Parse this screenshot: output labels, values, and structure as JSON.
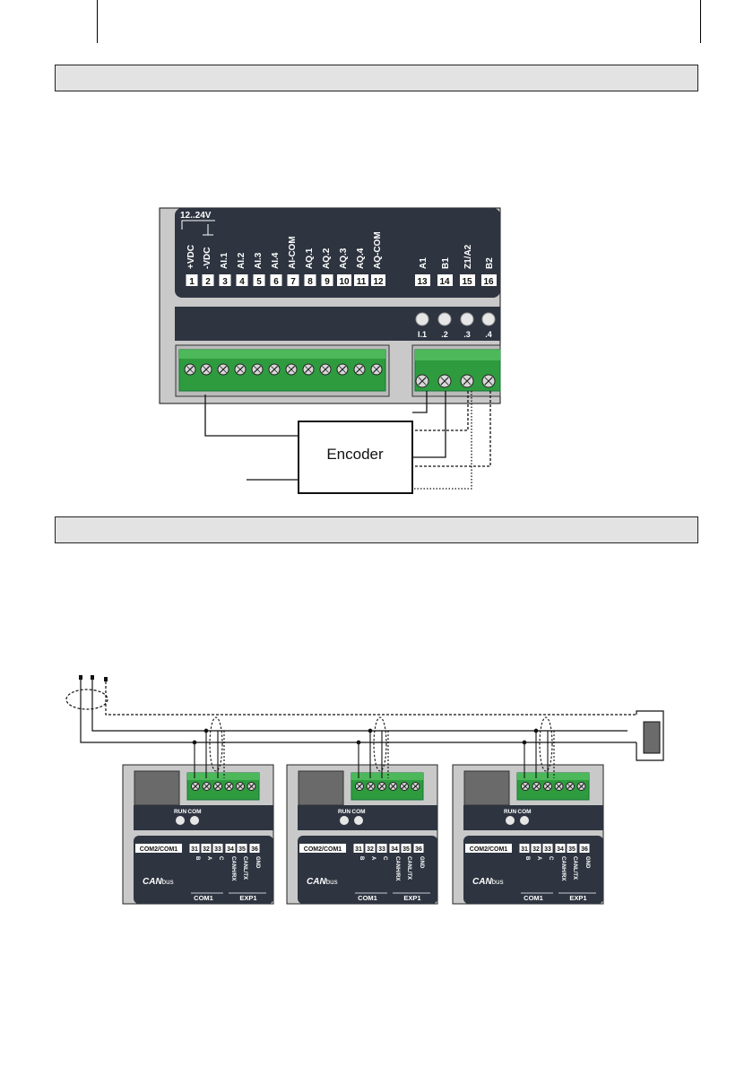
{
  "io_module": {
    "supply_label": "12..24V",
    "terminal_labels": [
      "+VDC",
      "-VDC",
      "AI.1",
      "AI.2",
      "AI.3",
      "AI.4",
      "AI-COM",
      "AQ.1",
      "AQ.2",
      "AQ.3",
      "AQ.4",
      "AQ-COM"
    ],
    "terminal_numbers": [
      "1",
      "2",
      "3",
      "4",
      "5",
      "6",
      "7",
      "8",
      "9",
      "10",
      "11",
      "12"
    ],
    "counter_labels": [
      "A1",
      "B1",
      "Z1/A2",
      "B2"
    ],
    "counter_numbers": [
      "13",
      "14",
      "15",
      "16"
    ],
    "led_labels": [
      "I.1",
      ".2",
      ".3",
      ".4"
    ],
    "encoder_label": "Encoder"
  },
  "can_module": {
    "port_label": "COM2/COM1",
    "terminal_numbers": [
      "31",
      "32",
      "33",
      "34",
      "35",
      "36"
    ],
    "signal_labels": [
      "B",
      "A",
      "C",
      "CANH/RX",
      "CANL/TX",
      "GND"
    ],
    "led_labels": [
      "RUN",
      "COM"
    ],
    "logo_bold": "CAN",
    "logo_light": "bus",
    "group_labels": [
      "COM1",
      "EXP1"
    ]
  }
}
